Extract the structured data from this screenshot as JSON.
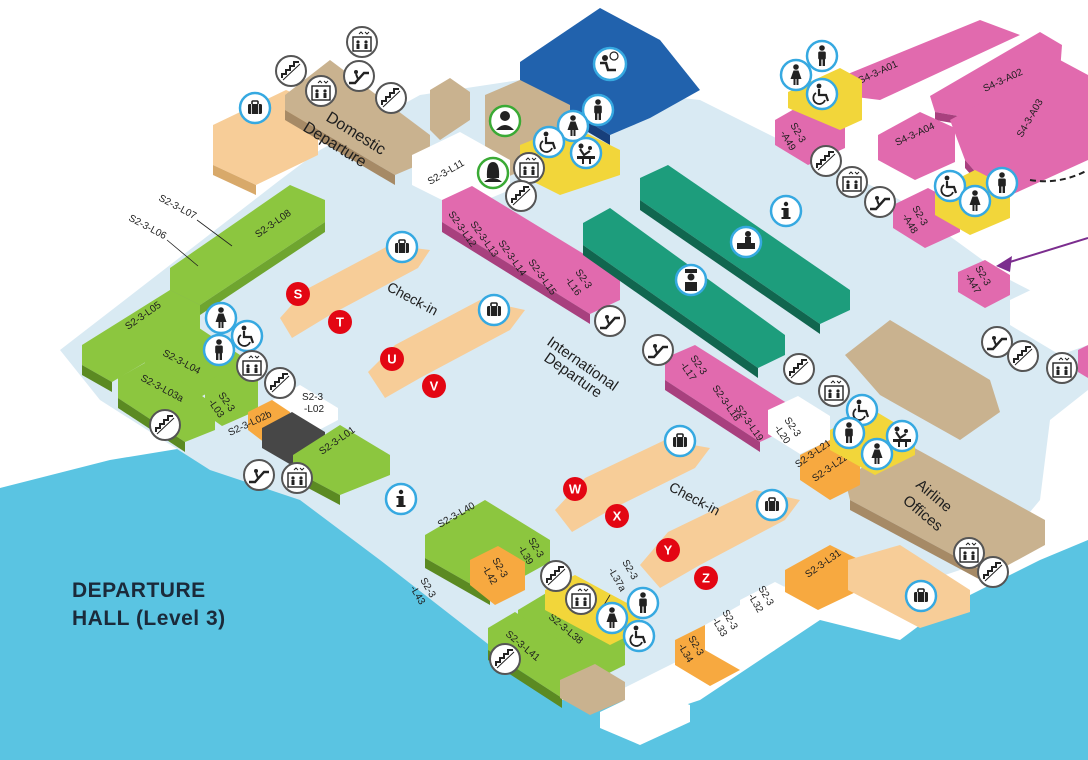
{
  "legend": {
    "title_line1": "DEPARTURE",
    "title_line2": "HALL (Level 3)"
  },
  "colors": {
    "water": "#5ac4e2",
    "floor": "#d9eaf3",
    "retail_green": "#8cc63f",
    "retail_pink": "#e16aae",
    "retail_orange": "#f7a940",
    "service_blue": "#2162ad",
    "counter_teal": "#1d9d7c",
    "office_tan": "#c9b28f",
    "checkin_peach": "#f7cd98",
    "facility_yellow": "#f2d63a",
    "icon_ring": "#36a9e1",
    "letter_red": "#e30613"
  },
  "areas": {
    "domestic_l1": "Domestic",
    "domestic_l2": "Departure",
    "international_l1": "International",
    "international_l2": "Departure",
    "checkin_upper": "Check-in",
    "checkin_lower": "Check-in",
    "airline_l1": "Airline",
    "airline_l2": "Offices"
  },
  "units": {
    "L07": "S2-3-L07",
    "L06": "S2-3-L06",
    "L08": "S2-3-L08",
    "L05": "S2-3-L05",
    "L04": "S2-3-L04",
    "L03a": "S2-3-L03a",
    "L03_l1": "S2-3",
    "L03_l2": "-L03",
    "L02b": "S2-3-L02b",
    "L02_l1": "S2-3",
    "L02_l2": "-L02",
    "L01": "S2-3-L01",
    "L11": "S2-3-L11",
    "L12": "S2-3-L12",
    "L13": "S2-3-L13",
    "L14": "S2-3-L14",
    "L15": "S2-3-L15",
    "L16_l1": "S2-3",
    "L16_l2": "-L16",
    "L17_l1": "S2-3",
    "L17_l2": "-L17",
    "L18": "S2-3-L18",
    "L19": "S2-3-L19",
    "L20_l1": "S2-3",
    "L20_l2": "-L20",
    "L21": "S2-3-L21",
    "L22": "S2-3-L22",
    "L40": "S2-3-L40",
    "L39_l1": "S2-3",
    "L39_l2": "-L39",
    "L42_l1": "S2-3",
    "L42_l2": "-L42",
    "L43_l1": "S2-3",
    "L43_l2": "-L43",
    "L37a_l1": "S2-3",
    "L37a_l2": "-L37a",
    "L38": "S2-3-L38",
    "L41": "S2-3-L41",
    "L34_l1": "S2-3",
    "L34_l2": "-L34",
    "L33_l1": "S2-3",
    "L33_l2": "-L33",
    "L32_l1": "S2-3",
    "L32_l2": "-L32",
    "L31": "S2-3-L31",
    "A01": "S4-3-A01",
    "A02": "S4-3-A02",
    "A03": "S4-3-A03",
    "A04": "S4-3-A04",
    "A49_l1": "S2-3",
    "A49_l2": "-A49",
    "A48_l1": "S2-3",
    "A48_l2": "-A48",
    "A47_l1": "S2-3",
    "A47_l2": "-A47"
  },
  "checkin_rows": [
    "S",
    "T",
    "U",
    "V",
    "W",
    "X",
    "Y",
    "Z"
  ],
  "icons": {
    "luggage": "luggage-icon",
    "escalator": "escalator-icon",
    "stairs": "stairs-icon",
    "lift": "lift-icon",
    "male_toilet": "male-toilet-icon",
    "female_toilet": "female-toilet-icon",
    "accessible_toilet": "accessible-toilet-icon",
    "baby_care": "baby-care-icon",
    "information": "information-icon",
    "waiting_area": "waiting-area-icon",
    "customs": "customs-officer-icon",
    "passport_control": "passport-control-icon",
    "male_service": "male-service-icon",
    "female_service": "female-service-icon"
  }
}
